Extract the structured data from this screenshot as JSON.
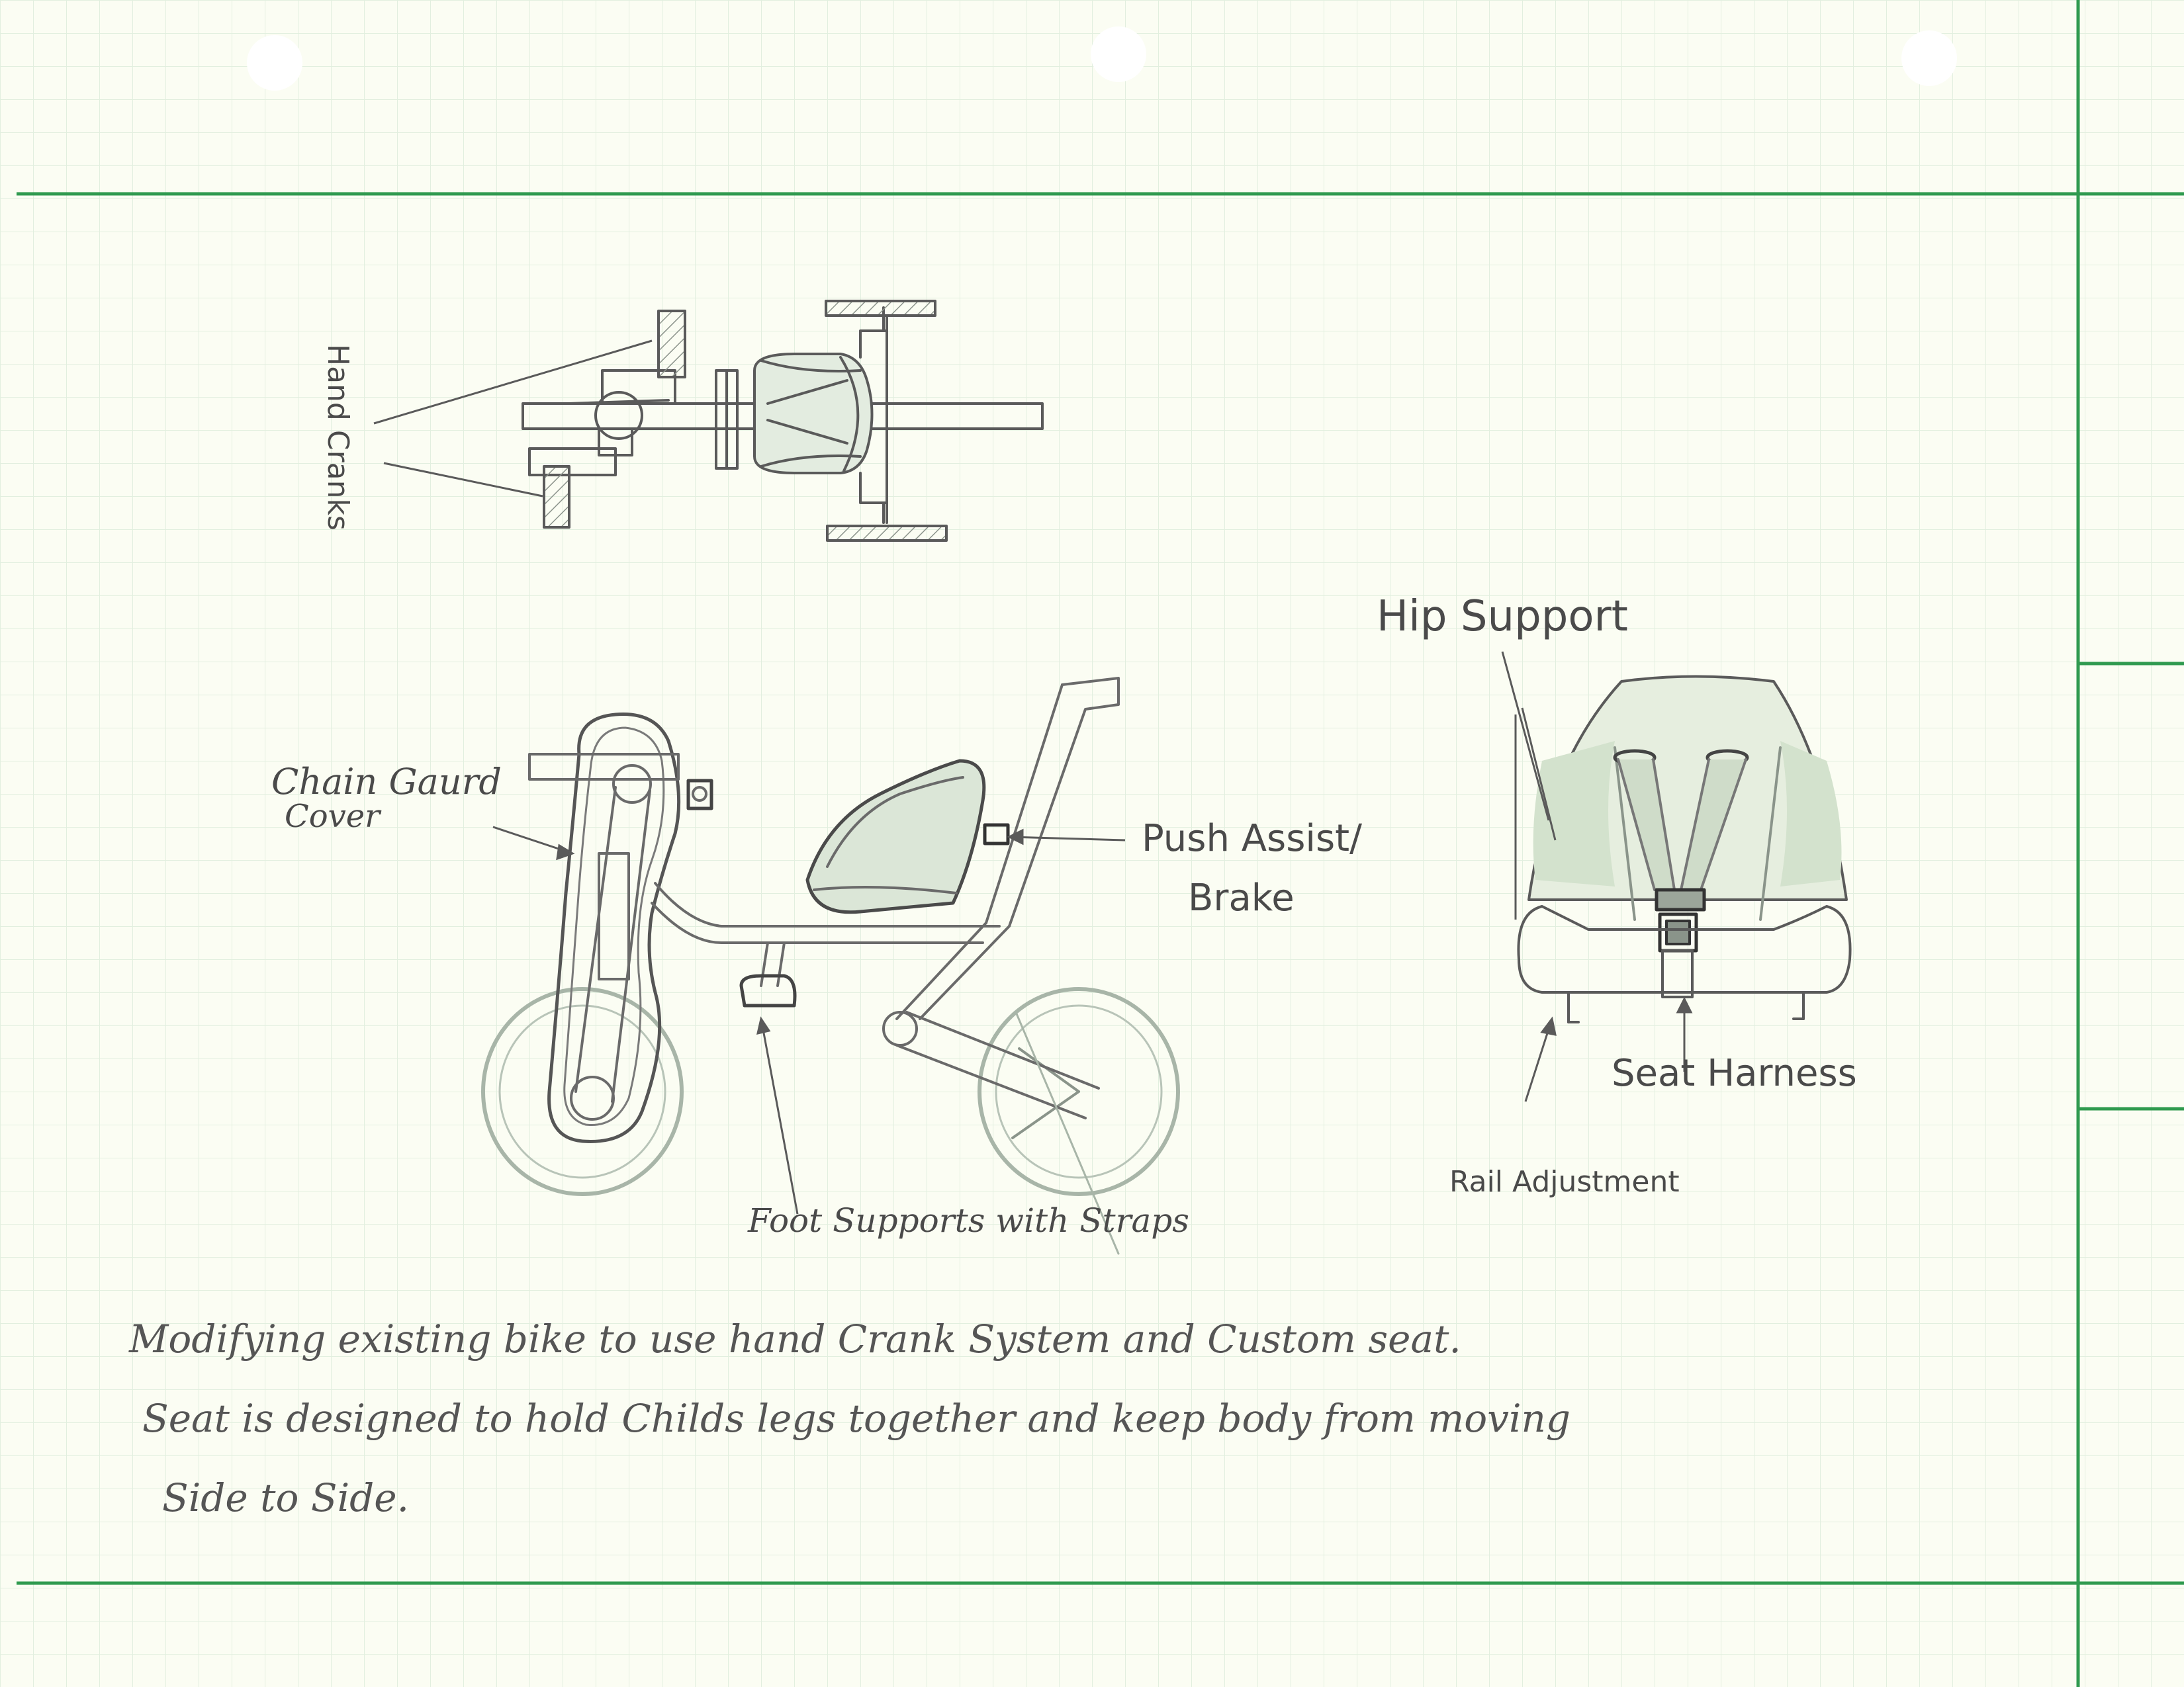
{
  "colors": {
    "paper": "#fbfdf3",
    "grid": "#dfeedd",
    "margin_line": "#2f9a4f",
    "pencil": "#5a5a5a",
    "pencil_light": "#9aa79a",
    "shade": "#c9dcc4"
  },
  "labels": {
    "hand_cranks": "Hand Cranks",
    "chain_guard_line1": "Chain Gaurd",
    "chain_guard_line2": "Cover",
    "push_assist_line1": "Push Assist/",
    "push_assist_line2": "Brake",
    "hip_support": "Hip Support",
    "seat_harness": "Seat Harness",
    "rail_adjustment": "Rail Adjustment",
    "foot_supports": "Foot Supports with Straps"
  },
  "notes": [
    "Modifying  existing bike to use hand Crank System and Custom seat.",
    "Seat is designed to hold Childs legs together and keep body from moving",
    "Side to Side."
  ]
}
